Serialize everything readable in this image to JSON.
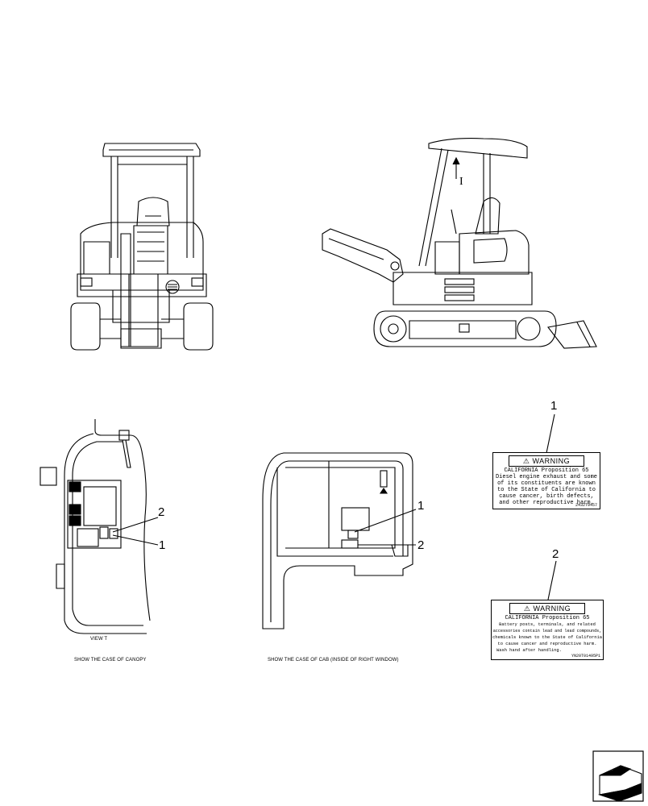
{
  "captions": {
    "view_t": "VIEW T",
    "canopy": "SHOW THE CASE OF CANOPY",
    "cab": "SHOW THE CASE OF CAB (INSIDE OF RIGHT WINDOW)"
  },
  "view_marker": "I",
  "callouts": {
    "label1_num": "1",
    "label2_num": "2",
    "canopy_1": "1",
    "canopy_2": "2",
    "cab_1": "1",
    "cab_2": "2"
  },
  "label1": {
    "title": "WARNING",
    "lines": [
      "CALIFORNIA Proposition 65",
      "Diesel engine exhaust and some",
      "of its constituents are known",
      "to the State of California to",
      "cause cancer, birth defects,",
      "and other reproductive harm."
    ],
    "code": "2432T9457"
  },
  "label2": {
    "title": "WARNING",
    "lines": [
      "CALIFORNIA Proposition 65",
      "Battery posts, terminals, and related",
      "accessories contain lead and lead compounds,",
      "chemicals known to the State of California",
      "to cause cancer and reproductive harm.",
      "Wash hand after handling."
    ],
    "code": "YN20T01495P1"
  },
  "nav_icon": "arrow-page-icon"
}
